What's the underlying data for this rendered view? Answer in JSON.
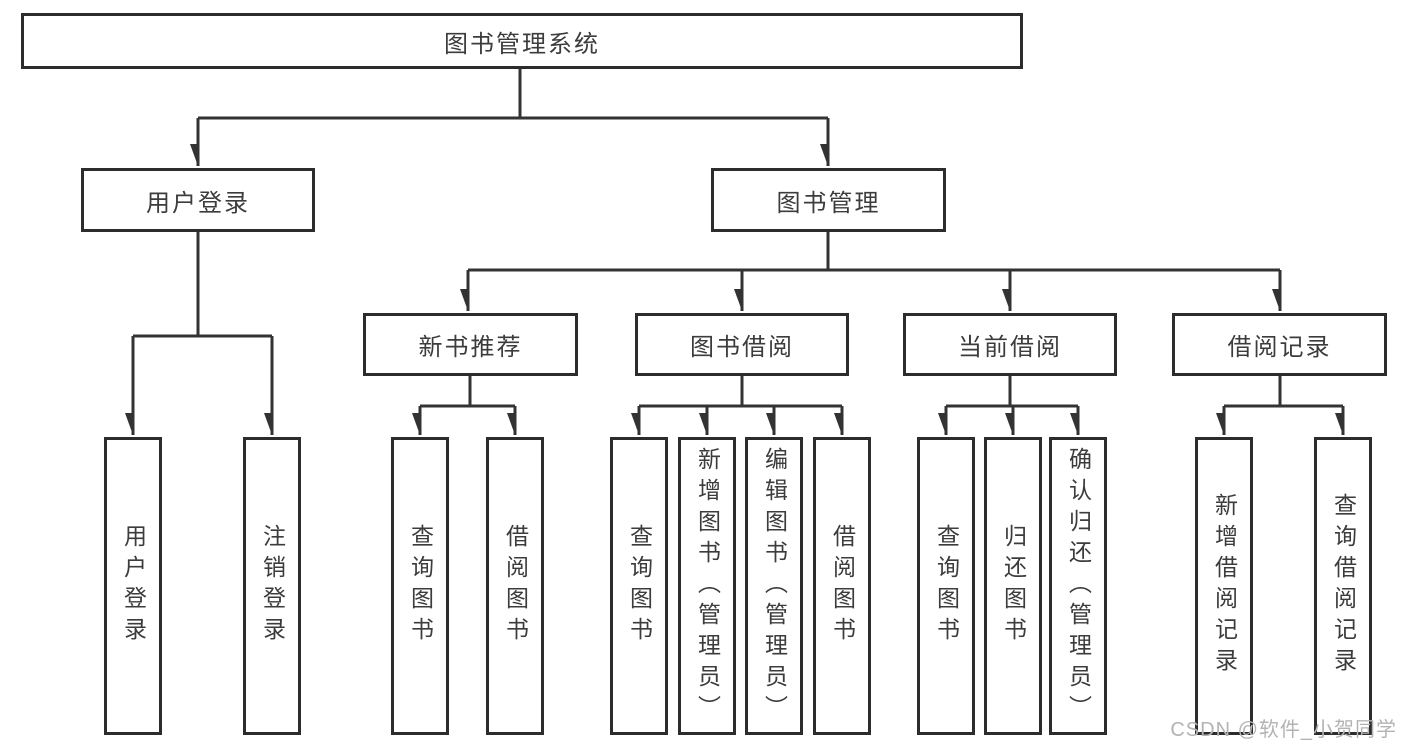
{
  "diagram": {
    "title": "图书管理系统",
    "root": {
      "label": "图书管理系统"
    },
    "branches": {
      "user_login": {
        "label": "用户登录"
      },
      "book_management": {
        "label": "图书管理"
      }
    },
    "modules": {
      "new_book_recommend": {
        "label": "新书推荐"
      },
      "book_borrowing": {
        "label": "图书借阅"
      },
      "current_borrowing": {
        "label": "当前借阅"
      },
      "borrowing_records": {
        "label": "借阅记录"
      }
    },
    "leaf_groups": {
      "user_login": [
        "用户登录",
        "注销登录"
      ],
      "new_book_recommend": [
        "查询图书",
        "借阅图书"
      ],
      "book_borrowing": [
        "查询图书",
        "新增图书（管理员）",
        "编辑图书（管理员）",
        "借阅图书"
      ],
      "current_borrowing": [
        "查询图书",
        "归还图书",
        "确认归还（管理员）"
      ],
      "borrowing_records": [
        "新增借阅记录",
        "查询借阅记录"
      ]
    },
    "colors": {
      "line": "#333333",
      "border": "#2c2c2c",
      "text": "#3c3c3c",
      "watermark": "#b3b3b3"
    }
  },
  "watermark": {
    "text": "CSDN @软件_小贺同学"
  }
}
